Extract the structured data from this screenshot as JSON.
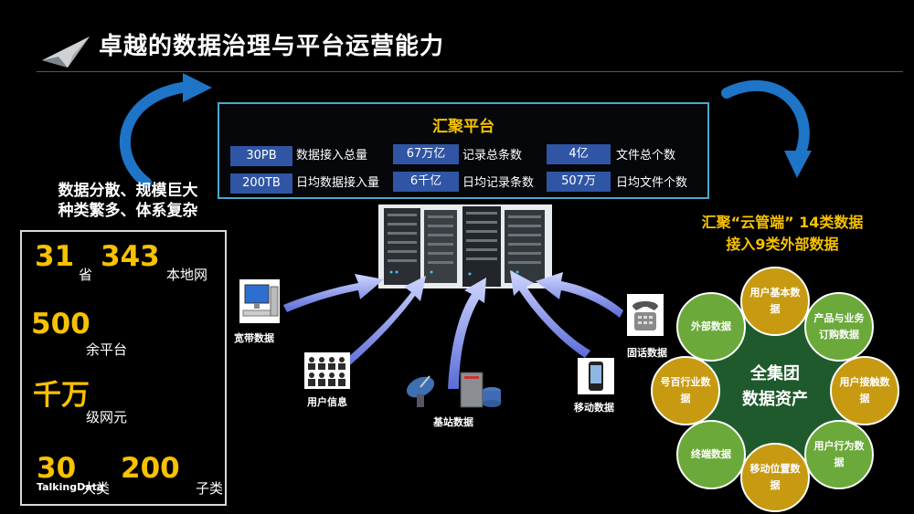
{
  "header": {
    "title": "卓越的数据治理与平台运营能力"
  },
  "left": {
    "statement_line1": "数据分散、规模巨大",
    "statement_line2": "种类繁多、体系复杂",
    "stats": {
      "provinces_value": "31",
      "provinces_unit": "省",
      "local_net_value": "343",
      "local_net_unit": "本地网",
      "platforms_value": "500",
      "platforms_unit": "余平台",
      "elements_value": "千万",
      "elements_unit": "级网元",
      "major_value": "30",
      "major_unit": "大类",
      "sub_value": "200",
      "sub_unit": "子类"
    },
    "watermark": "TalkingData"
  },
  "platform": {
    "title": "汇聚平台",
    "rows": [
      [
        {
          "value": "30PB",
          "label": "数据接入总量"
        },
        {
          "value": "67万亿",
          "label": "记录总条数"
        },
        {
          "value": "4亿",
          "label": "文件总个数"
        }
      ],
      [
        {
          "value": "200TB",
          "label": "日均数据接入量"
        },
        {
          "value": "6千亿",
          "label": "日均记录条数"
        },
        {
          "value": "507万",
          "label": "日均文件个数"
        }
      ]
    ]
  },
  "sources": {
    "broadband": "宽带数据",
    "user_info": "用户信息",
    "base_station": "基站数据",
    "mobile": "移动数据",
    "fixed_line": "固话数据"
  },
  "right": {
    "line1": "汇聚“云管端” 14类数据",
    "line2": "接入9类外部数据",
    "center_line1": "全集团",
    "center_line2": "数据资产",
    "satellites": [
      {
        "id": "user-basic",
        "text": "用户基本数据",
        "color": "gold"
      },
      {
        "id": "product-order",
        "text": "产品与业务订购数据",
        "color": "green"
      },
      {
        "id": "user-contact",
        "text": "用户接触数据",
        "color": "gold"
      },
      {
        "id": "user-behavior",
        "text": "用户行为数据",
        "color": "green"
      },
      {
        "id": "mobile-location",
        "text": "移动位置数据",
        "color": "gold"
      },
      {
        "id": "terminal",
        "text": "终端数据",
        "color": "green"
      },
      {
        "id": "industry",
        "text": "号百行业数据",
        "color": "gold"
      },
      {
        "id": "external",
        "text": "外部数据",
        "color": "green"
      }
    ]
  },
  "colors": {
    "accent_gold": "#f7c200",
    "chip_blue": "#2f55a4",
    "platform_border": "#4aa9c8",
    "circle_green": "#6aa93a",
    "circle_gold": "#c79a12",
    "center_green": "#1f5a2c"
  }
}
